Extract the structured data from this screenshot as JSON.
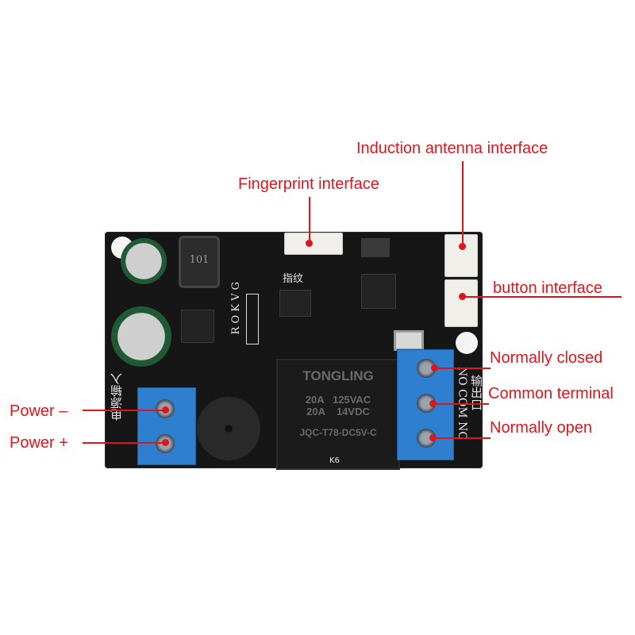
{
  "annotations": {
    "antenna": "Induction antenna interface",
    "fingerprint": "Fingerprint interface",
    "button": "button interface",
    "normally_closed": "Normally closed",
    "common": "Common terminal",
    "normally_open": "Normally open",
    "power_minus": "Power –",
    "power_plus": "Power +"
  },
  "relay": {
    "brand": "TONGLING",
    "rating1": "20A   125VAC",
    "rating2": "20A    14VDC",
    "model": "JQC-T78-DC5V-C",
    "ref": "K6"
  },
  "silkscreen": {
    "power_input": "电源输入",
    "output_port": "输出口",
    "output_pins": "NO COM NC",
    "header_pins": "R O K V G",
    "fingerprint_cn": "指纹",
    "inductor": "101"
  },
  "colors": {
    "annotation": "#e0141b",
    "terminal": "#2f7fd0",
    "pcb": "#161616"
  }
}
